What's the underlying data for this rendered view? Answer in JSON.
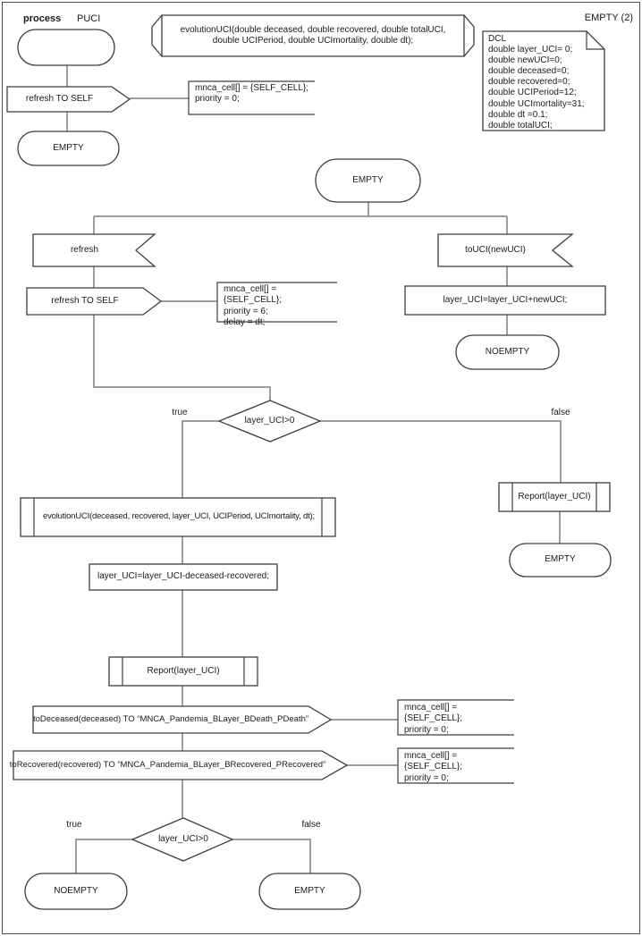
{
  "header": {
    "kind_label": "process",
    "name_label": "PUCI",
    "page_label": "EMPTY (2)"
  },
  "declaration": {
    "signature": "evolutionUCI(double deceased, double recovered, double totalUCI,\ndouble UCIPeriod, double UCImortality, double dt);"
  },
  "dcl": {
    "text": "DCL\ndouble layer_UCI= 0;\ndouble newUCI=0;\ndouble deceased=0;\ndouble recovered=0;\ndouble UCIPeriod=12;\ndouble UCImortality=31;\ndouble dt =0.1;\ndouble totalUCI;"
  },
  "nodes": {
    "output_refresh_1": "refresh TO SELF",
    "comment_1": "mnca_cell[] = {SELF_CELL};\npriority = 0;",
    "state_empty_1": "EMPTY",
    "state_empty_2": "EMPTY",
    "input_refresh": "refresh",
    "output_refresh_2": "refresh TO SELF",
    "comment_2": "mnca_cell[] = {SELF_CELL};\npriority = 6;\ndelay = dt;",
    "input_touci": "toUCI(newUCI)",
    "task_add": "layer_UCI=layer_UCI+newUCI;",
    "state_noempty_1": "NOEMPTY",
    "decision_1": "layer_UCI>0",
    "label_true_1": "true",
    "label_false_1": "false",
    "proc_evolution": "evolutionUCI(deceased, recovered, layer_UCI, UCIPeriod, UCImortality, dt);",
    "task_sub": "layer_UCI=layer_UCI-deceased-recovered;",
    "proc_report_1": "Report(layer_UCI)",
    "output_todeceased": "toDeceased(deceased) TO “MNCA_Pandemia_BLayer_BDeath_PDeath”",
    "comment_3": "mnca_cell[] = {SELF_CELL};\npriority = 0;",
    "output_torecovered": "toRecovered(recovered) TO “MNCA_Pandemia_BLayer_BRecovered_PRecovered”",
    "comment_4": "mnca_cell[] = {SELF_CELL};\npriority = 0;",
    "decision_2": "layer_UCI>0",
    "label_true_2": "true",
    "label_false_2": "false",
    "state_noempty_2": "NOEMPTY",
    "state_empty_bottom": "EMPTY",
    "proc_report_2": "Report(layer_UCI)",
    "state_empty_right": "EMPTY"
  },
  "colors": {
    "shape_border": "#3e3e3e",
    "connector": "#7f7f7f",
    "text": "#1a1a1a",
    "background": "#ffffff"
  }
}
